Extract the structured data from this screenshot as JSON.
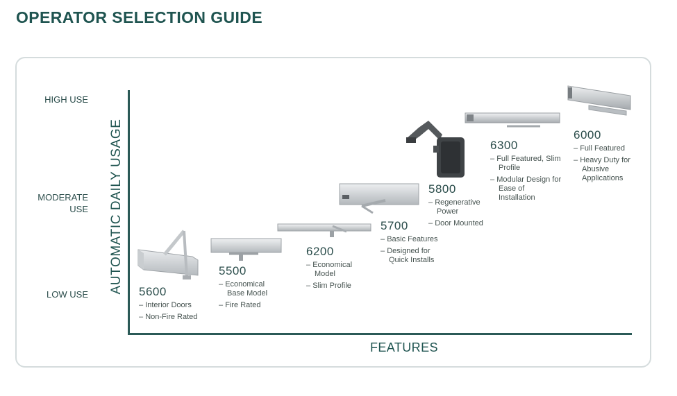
{
  "title": "OPERATOR SELECTION GUIDE",
  "y_axis": {
    "label": "AUTOMATIC DAILY USAGE",
    "levels": {
      "high": "HIGH USE",
      "moderate_line1": "MODERATE",
      "moderate_line2": "USE",
      "low": "LOW USE"
    }
  },
  "x_axis": {
    "label": "FEATURES"
  },
  "models": [
    {
      "id": "5600",
      "features": [
        "Interior Doors",
        "Non-Fire Rated"
      ]
    },
    {
      "id": "5500",
      "features": [
        "Economical Base Model",
        "Fire Rated"
      ]
    },
    {
      "id": "6200",
      "features": [
        "Economical Model",
        "Slim Profile"
      ]
    },
    {
      "id": "5700",
      "features": [
        "Basic Features",
        "Designed for Quick Installs"
      ]
    },
    {
      "id": "5800",
      "features": [
        "Regenerative Power",
        "Door Mounted"
      ]
    },
    {
      "id": "6300",
      "features": [
        "Full Featured, Slim Profile",
        "Modular Design for Ease of Installation"
      ]
    },
    {
      "id": "6000",
      "features": [
        "Full Featured",
        "Heavy Duty for Abusive Applications"
      ]
    }
  ],
  "colors": {
    "accent": "#1f5450",
    "axis": "#2b5a57",
    "card_border": "#d5dcdd"
  }
}
